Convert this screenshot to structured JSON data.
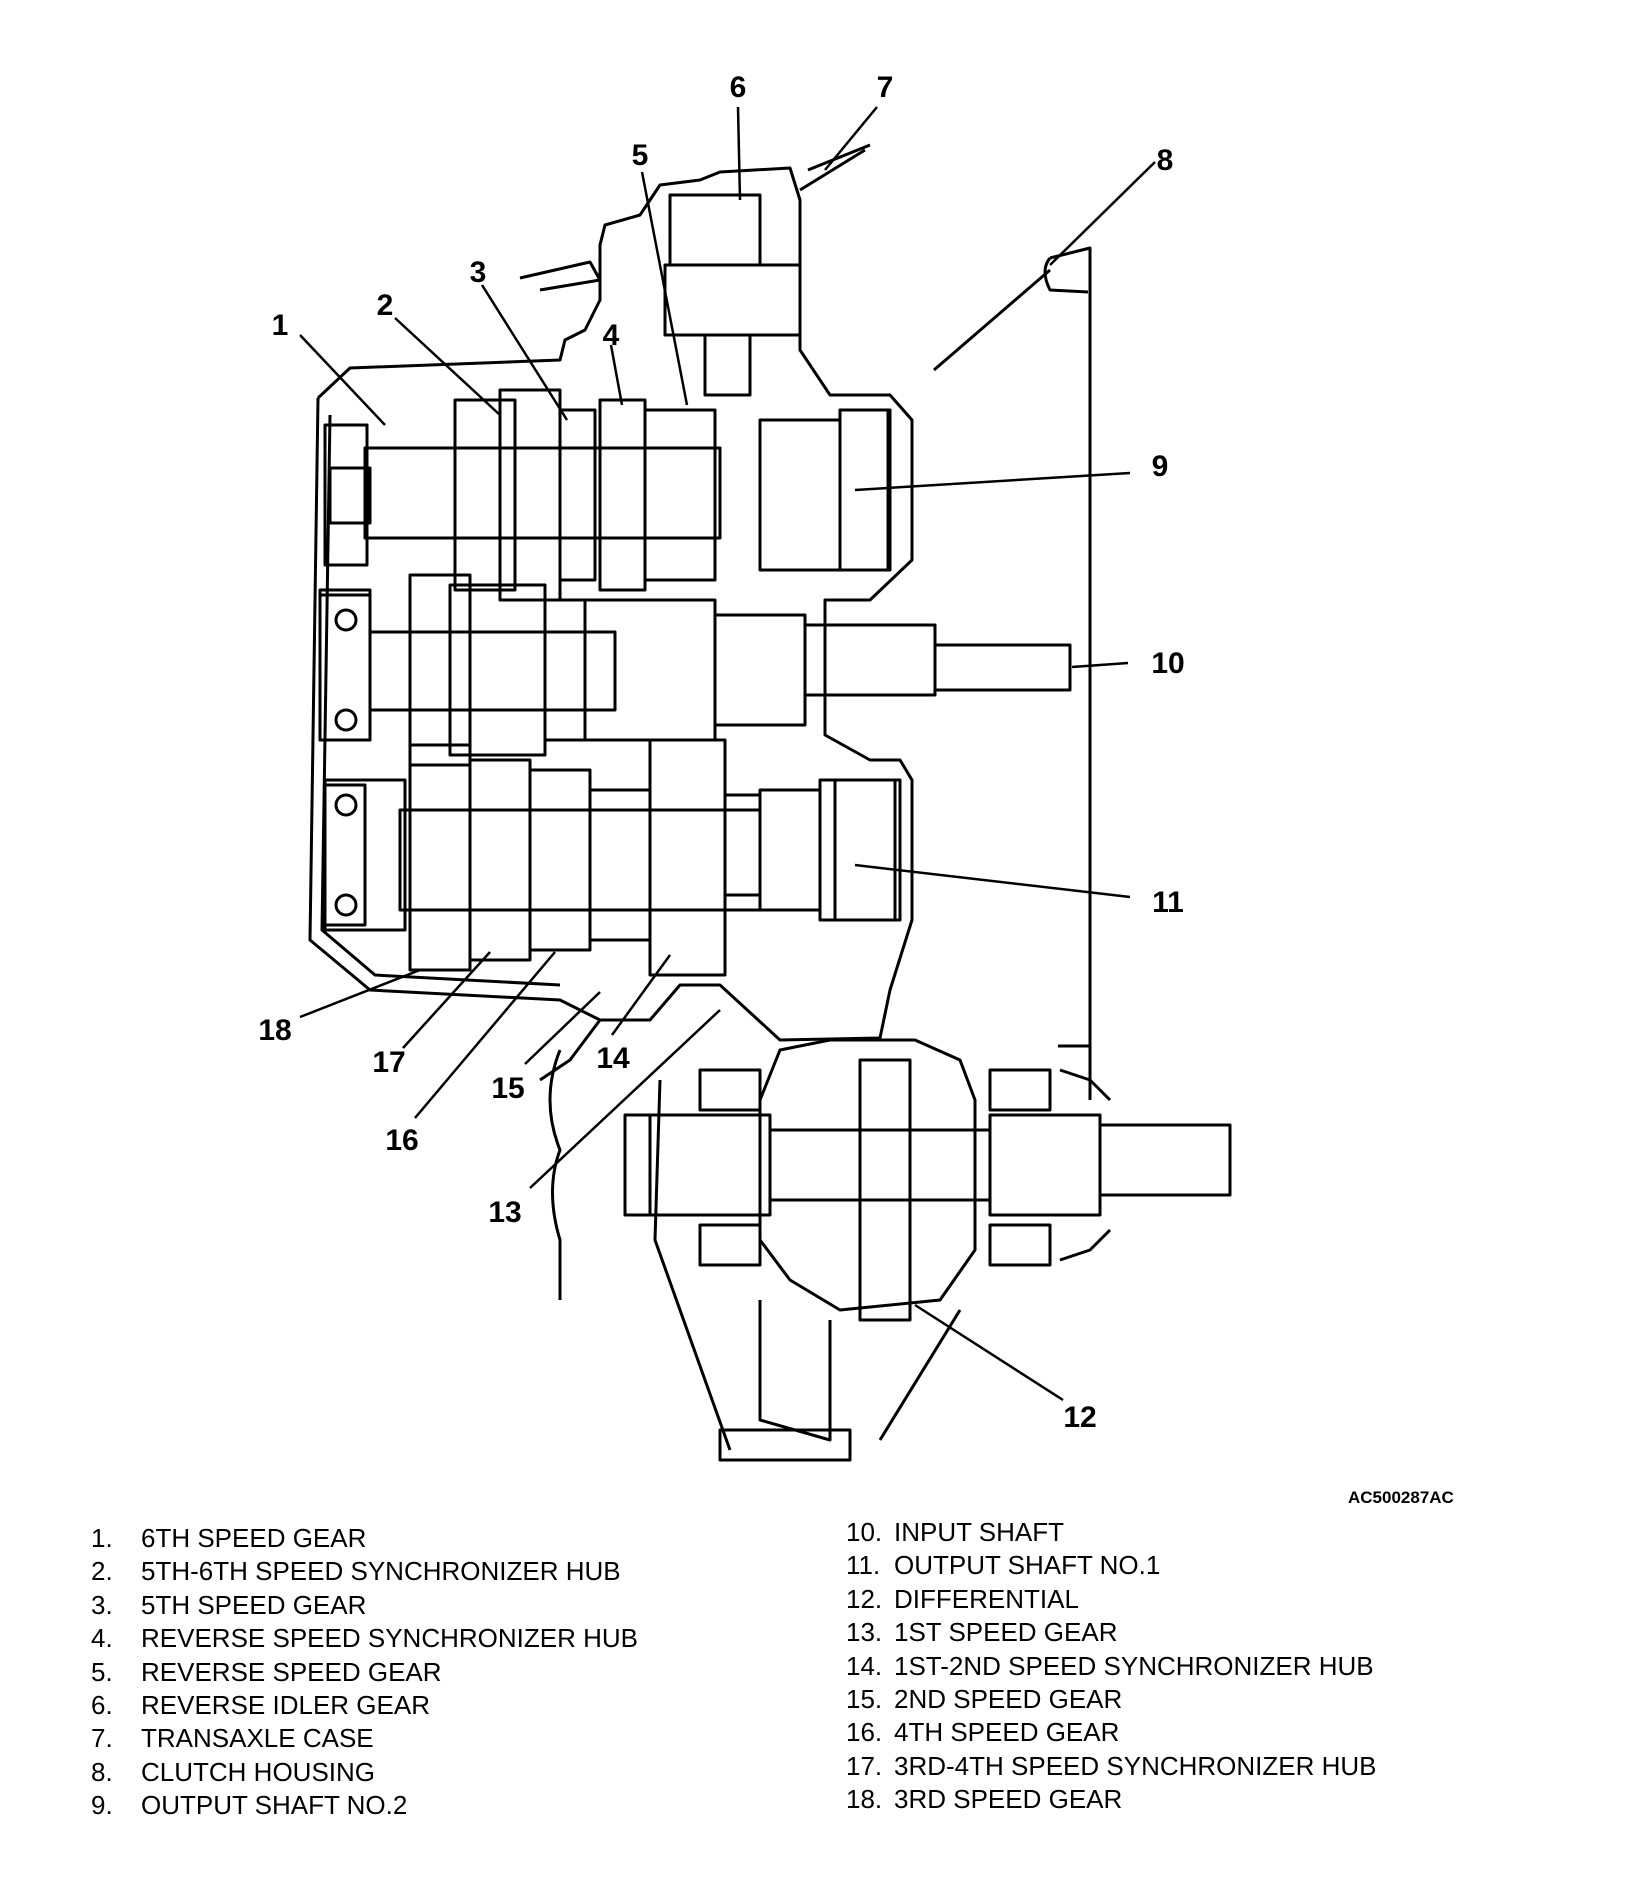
{
  "document_id": "AC500287AC",
  "callouts": [
    "1",
    "2",
    "3",
    "4",
    "5",
    "6",
    "7",
    "8",
    "9",
    "10",
    "11",
    "12",
    "13",
    "14",
    "15",
    "16",
    "17",
    "18"
  ],
  "legend": [
    {
      "num": "1.",
      "text": "6TH SPEED GEAR"
    },
    {
      "num": "2.",
      "text": "5TH-6TH SPEED SYNCHRONIZER HUB"
    },
    {
      "num": "3.",
      "text": "5TH SPEED GEAR"
    },
    {
      "num": "4.",
      "text": "REVERSE SPEED SYNCHRONIZER HUB"
    },
    {
      "num": "5.",
      "text": "REVERSE SPEED GEAR"
    },
    {
      "num": "6.",
      "text": "REVERSE IDLER GEAR"
    },
    {
      "num": "7.",
      "text": "TRANSAXLE CASE"
    },
    {
      "num": "8.",
      "text": "CLUTCH HOUSING"
    },
    {
      "num": "9.",
      "text": "OUTPUT SHAFT NO.2"
    },
    {
      "num": "10.",
      "text": "INPUT SHAFT"
    },
    {
      "num": "11.",
      "text": "OUTPUT SHAFT NO.1"
    },
    {
      "num": "12.",
      "text": "DIFFERENTIAL"
    },
    {
      "num": "13.",
      "text": "1ST SPEED GEAR"
    },
    {
      "num": "14.",
      "text": "1ST-2ND SPEED SYNCHRONIZER HUB"
    },
    {
      "num": "15.",
      "text": "2ND SPEED GEAR"
    },
    {
      "num": "16.",
      "text": "4TH SPEED GEAR"
    },
    {
      "num": "17.",
      "text": "3RD-4TH SPEED SYNCHRONIZER HUB"
    },
    {
      "num": "18.",
      "text": "3RD SPEED GEAR"
    }
  ]
}
